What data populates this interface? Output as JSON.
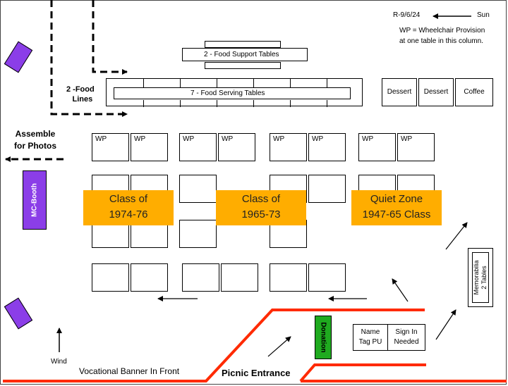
{
  "revision": "R-9/6/24",
  "sun_label": "Sun",
  "wp_note_line1": "WP = Wheelchair Provision",
  "wp_note_line2": "at one table in this column.",
  "food_support": "2 - Food Support Tables",
  "food_serving": "7 - Food Serving Tables",
  "food_lines_1": "2 -Food",
  "food_lines_2": "Lines",
  "dessert_1": "Dessert",
  "dessert_2": "Dessert",
  "coffee": "Coffee",
  "assemble_1": "Assemble",
  "assemble_2": "for Photos",
  "mc_booth": "MC-Booth",
  "wp": "WP",
  "zones": [
    {
      "line1": "Class of",
      "line2": "1974-76"
    },
    {
      "line1": "Class of",
      "line2": "1965-73"
    },
    {
      "line1": "Quiet Zone",
      "line2": "1947-65 Class"
    }
  ],
  "memorabilia_1": "Memorabilia",
  "memorabilia_2": "2 Tables",
  "donation": "Donation",
  "name_tag_1": "Name",
  "name_tag_2": "Tag PU",
  "sign_in_1": "Sign In",
  "sign_in_2": "Needed",
  "wind": "Wind",
  "vocational_banner": "Vocational Banner In Front",
  "picnic_entrance": "Picnic Entrance",
  "colors": {
    "orange": "#ffad00",
    "purple": "#8b3ee8",
    "red": "#ff2a00",
    "green": "#1faa1f"
  }
}
